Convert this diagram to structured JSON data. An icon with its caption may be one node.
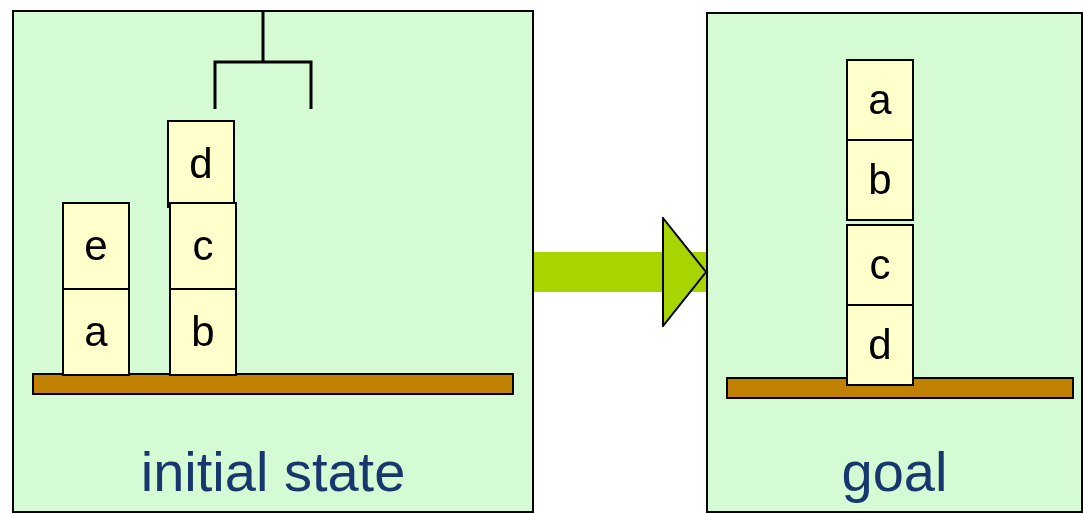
{
  "diagram": {
    "nodes": [
      {
        "text": [
          "initial state"
        ]
      },
      {
        "text": [
          "d"
        ],
        "in": 0
      },
      {
        "text": [
          "e"
        ],
        "in": 0
      },
      {
        "text": [
          "c"
        ],
        "in": 0
      },
      {
        "text": [
          "a"
        ],
        "in": 0
      },
      {
        "text": [
          "b"
        ],
        "in": 0
      },
      {
        "text": [
          "goal"
        ]
      },
      {
        "text": [
          "a"
        ],
        "in": 6
      },
      {
        "text": [
          "b"
        ],
        "in": 6
      },
      {
        "text": [
          "c"
        ],
        "in": 6
      },
      {
        "text": [
          "d"
        ],
        "in": 6
      }
    ],
    "edges": [
      {
        "from": 0,
        "to": 6,
        "arrow": "to"
      }
    ]
  }
}
